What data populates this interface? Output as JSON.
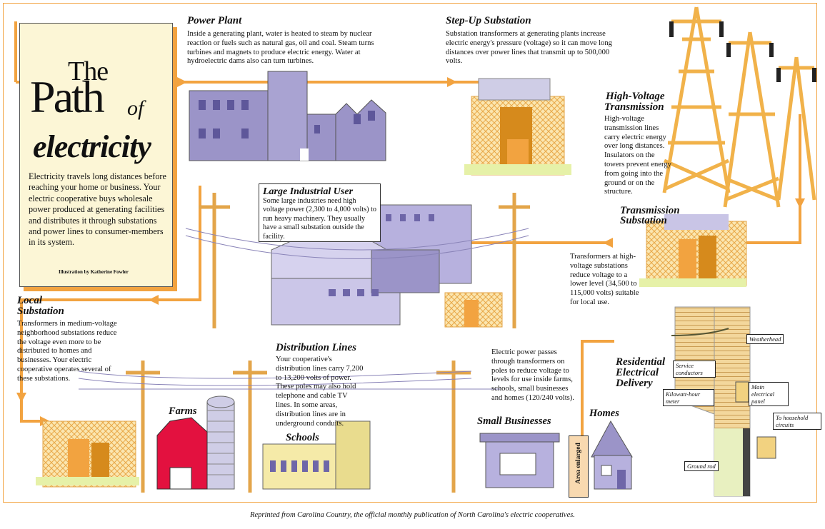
{
  "title": {
    "the": "The",
    "path": "Path",
    "of": "of",
    "electricity": "electricity"
  },
  "intro": "Electricity travels long distances before reaching your home or business. Your electric cooperative buys wholesale power produced at generating facilities and distributes it through substations and power lines to consumer-members in its system.",
  "credit": "Illustration by Katherine Fowler",
  "sections": {
    "power_plant": {
      "heading": "Power Plant",
      "body": "Inside a generating plant, water is heated to steam by nuclear reaction or fuels such as natural gas, oil and coal. Steam turns turbines and magnets to produce electric energy. Water at hydroelectric dams also can turn turbines."
    },
    "step_up": {
      "heading": "Step-Up Substation",
      "body": "Substation transformers at generating plants increase electric energy's pressure (voltage) so it can move long distances over power lines that transmit up to 500,000 volts."
    },
    "high_voltage": {
      "heading1": "High-Voltage",
      "heading2": "Transmission",
      "body": "High-voltage transmission lines carry electric energy over long distances. Insulators on the towers prevent energy from going into the ground or on the structure."
    },
    "transmission_sub": {
      "heading1": "Transmission",
      "heading2": "Substation",
      "body": "Transformers at high-voltage substations reduce voltage to a lower level (34,500 to 115,000 volts) suitable for local use."
    },
    "industrial": {
      "heading": "Large Industrial User",
      "body": "Some large industries need high voltage power (2,300 to 4,000 volts) to run heavy machinery. They usually have a small substation outside the facility."
    },
    "local_sub": {
      "heading1": "Local",
      "heading2": "Substation",
      "body": "Transformers in medium-voltage neighborhood substations reduce the voltage even more to be distributed to homes and businesses. Your electric cooperative operates several of these substations."
    },
    "distribution": {
      "heading": "Distribution Lines",
      "body": "Your cooperative's distribution lines carry 7,200 to 13,200 volts of power. These poles may also hold telephone and cable TV lines. In some areas, distribution lines are in underground conduits."
    },
    "pole_transformers": {
      "body": "Electric power passes through transformers on poles to reduce voltage to levels for use inside farms, schools, small businesses and homes (120/240 volts)."
    },
    "residential": {
      "heading1": "Residential",
      "heading2": "Electrical",
      "heading3": "Delivery"
    }
  },
  "places": {
    "farms": "Farms",
    "schools": "Schools",
    "small_businesses": "Small Businesses",
    "homes": "Homes"
  },
  "residential_labels": {
    "weatherhead": "Weatherhead",
    "service_conductors": "Service conductors",
    "kilowatt_hour_meter": "Kilowatt-hour meter",
    "main_panel": "Main electrical panel",
    "household_circuits": "To household circuits",
    "ground_rod": "Ground rod"
  },
  "area_enlarged": "Area enlarged",
  "caption": "Reprinted from Carolina Country, the official monthly publication of North Carolina's electric cooperatives.",
  "colors": {
    "orange": "#f2a340",
    "tower": "#f5d27a",
    "purple": "#9b94c8",
    "purple_dark": "#6e66a8",
    "barn_red": "#e3113f",
    "cream": "#fcf6d6"
  }
}
